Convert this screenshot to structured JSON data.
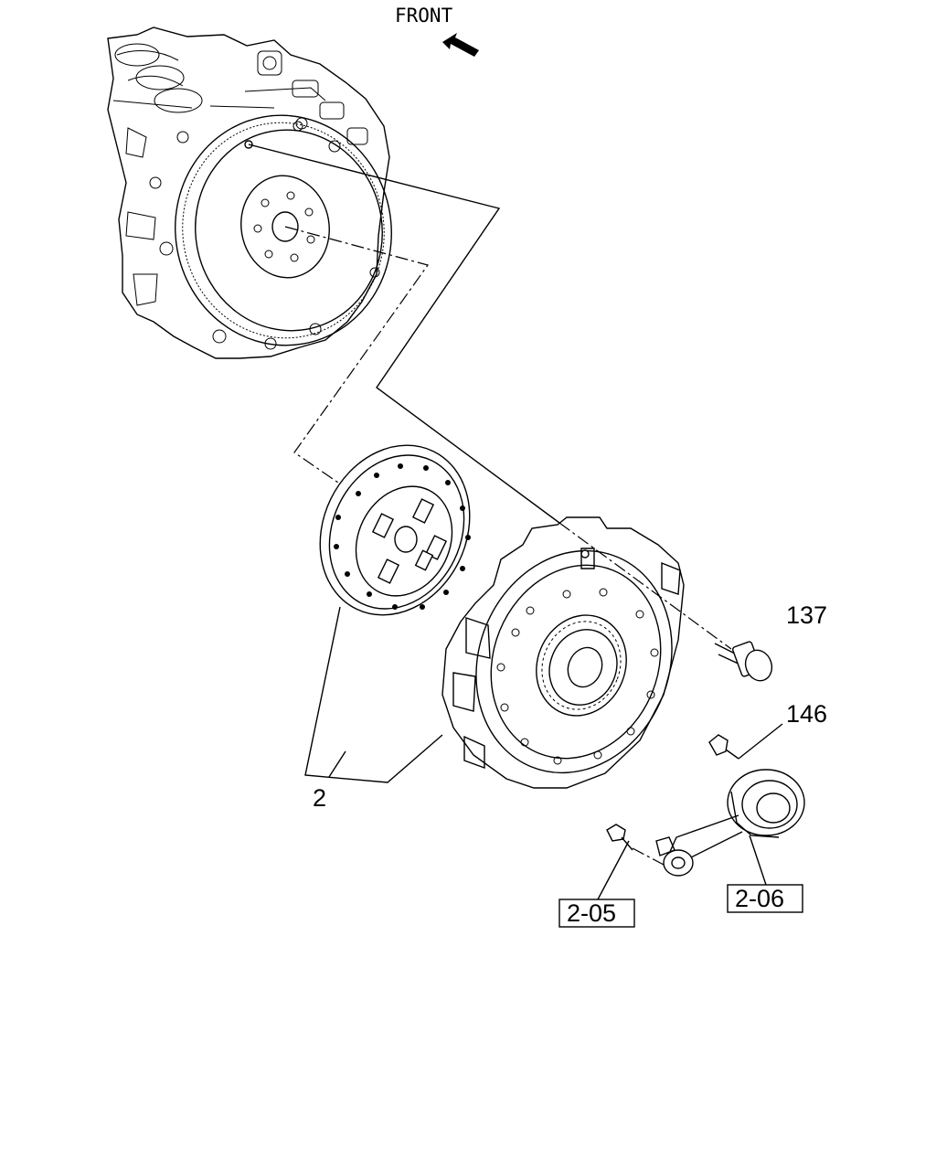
{
  "diagram": {
    "front_label": "FRONT",
    "callouts": {
      "clutch_set": "2",
      "pressure_plate_bolt": "137",
      "slave_cylinder_bolt": "146"
    },
    "references": {
      "left": "2-05",
      "right": "2-06"
    }
  }
}
